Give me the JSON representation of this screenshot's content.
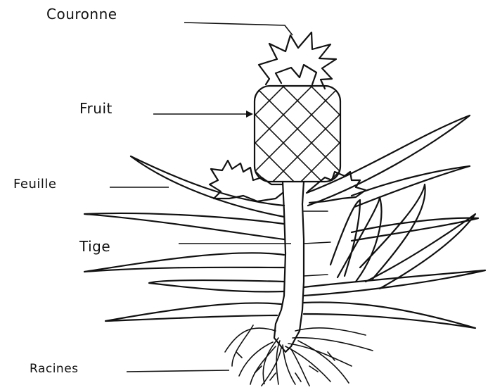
{
  "labels": {
    "crown": "Couronne",
    "fruit": "Fruit",
    "leaf": "Feuille",
    "stem": "Tige",
    "roots": "Racines"
  },
  "colors": {
    "ink": "#111111",
    "background": "#ffffff"
  }
}
